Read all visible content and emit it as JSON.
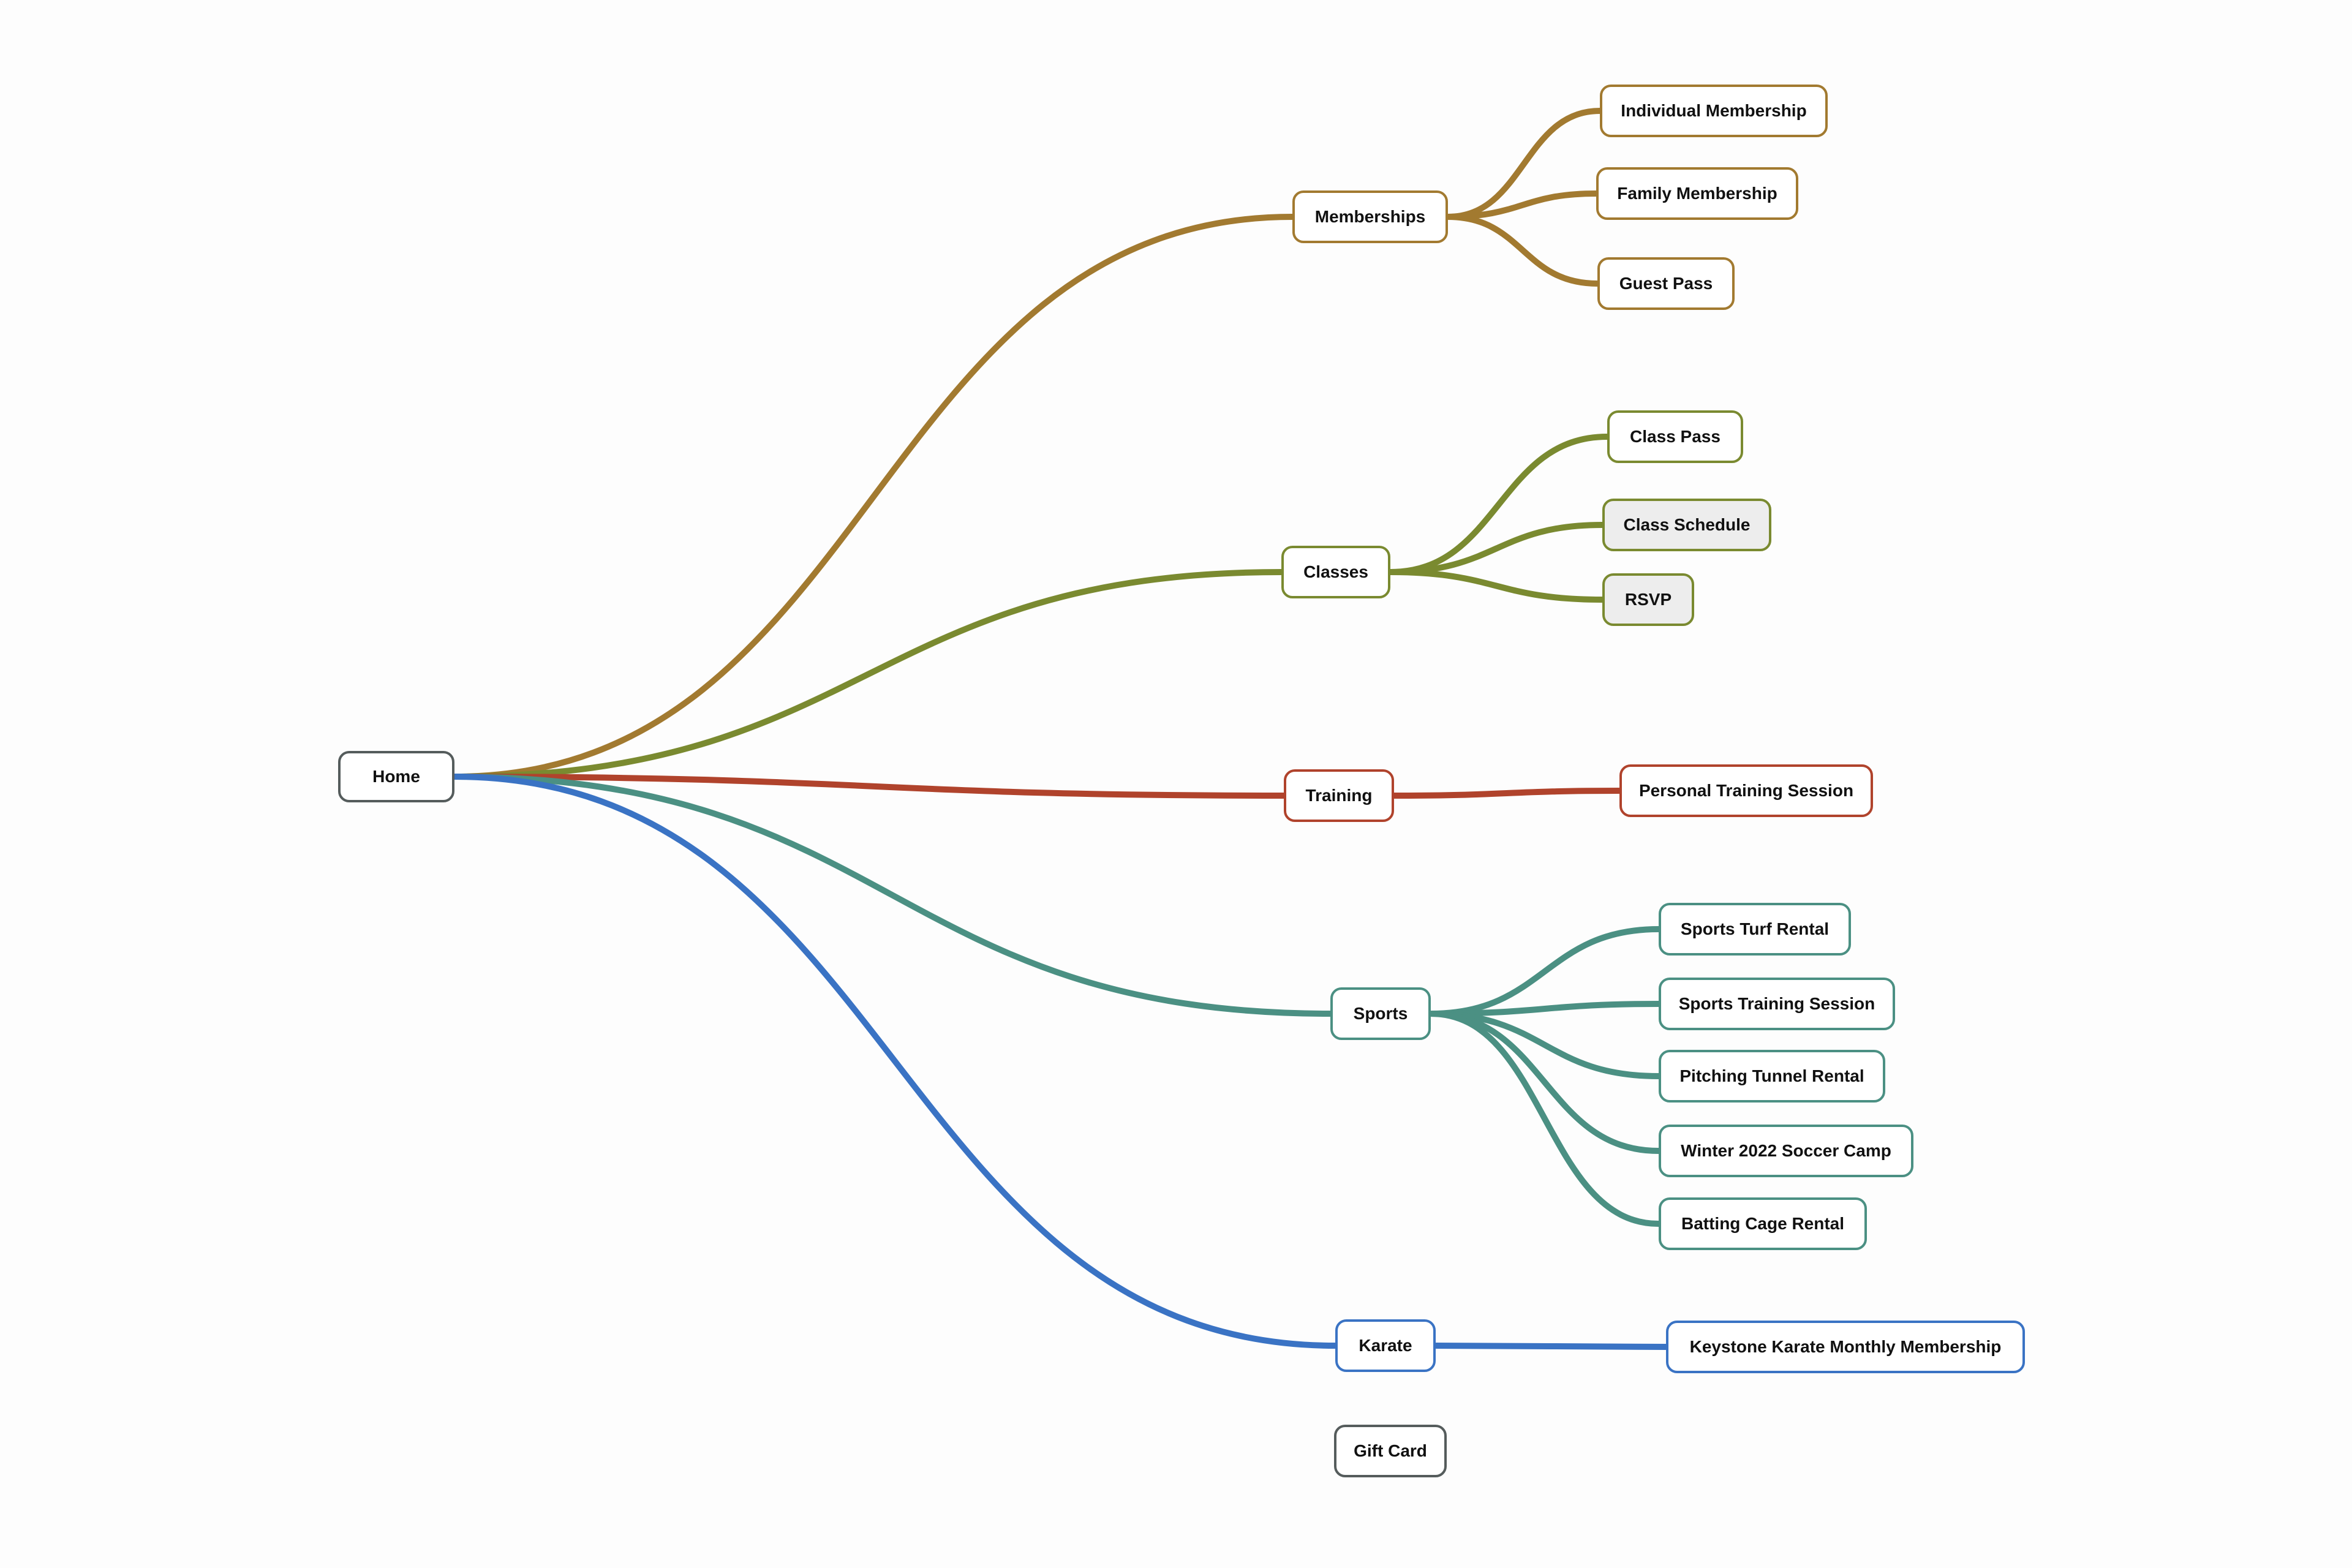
{
  "colors": {
    "root": "#555c5c",
    "memberships": "#a27a30",
    "classes": "#7a8a30",
    "training": "#b0432c",
    "sports": "#4b9083",
    "karate": "#3a73c4",
    "giftcard": "#555c5c"
  },
  "mindmap": {
    "root": {
      "label": "Home"
    },
    "branches": [
      {
        "label": "Memberships",
        "color_key": "memberships",
        "children": [
          "Individual Membership",
          "Family Membership",
          "Guest Pass"
        ]
      },
      {
        "label": "Classes",
        "color_key": "classes",
        "children": [
          "Class Pass",
          "Class Schedule",
          "RSVP"
        ]
      },
      {
        "label": "Training",
        "color_key": "training",
        "children": [
          "Personal Training Session"
        ]
      },
      {
        "label": "Sports",
        "color_key": "sports",
        "children": [
          "Sports Turf Rental",
          "Sports Training Session",
          "Pitching Tunnel Rental",
          "Winter 2022 Soccer Camp",
          "Batting Cage Rental"
        ]
      },
      {
        "label": "Karate",
        "color_key": "karate",
        "children": [
          "Keystone Karate Monthly Membership"
        ]
      },
      {
        "label": "Gift Card",
        "color_key": "giftcard",
        "children": []
      }
    ]
  }
}
